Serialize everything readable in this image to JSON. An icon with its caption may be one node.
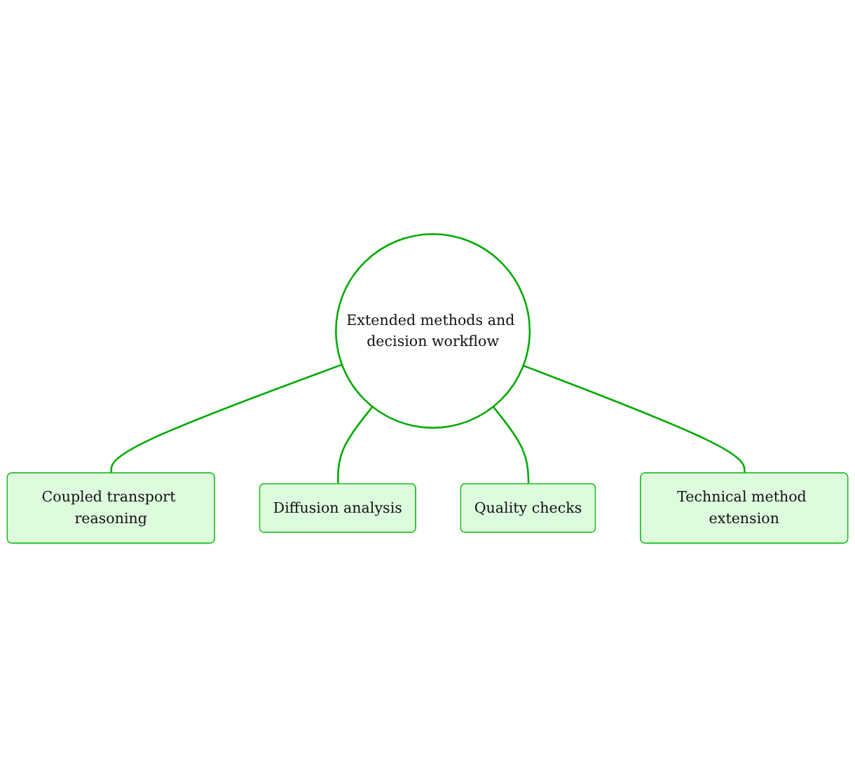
{
  "diagram": {
    "nodes": [
      {
        "text": [
          "Extended methods and decision workflow"
        ]
      },
      {
        "text": [
          "Coupled transport reasoning"
        ]
      },
      {
        "text": [
          "Diffusion analysis"
        ]
      },
      {
        "text": [
          "Quality checks"
        ]
      },
      {
        "text": [
          "Technical method extension"
        ]
      }
    ],
    "edges": [
      {
        "from": 0,
        "to": 1,
        "arrow": "none"
      },
      {
        "from": 0,
        "to": 2,
        "arrow": "none"
      },
      {
        "from": 0,
        "to": 3,
        "arrow": "none"
      },
      {
        "from": 0,
        "to": 4,
        "arrow": "none"
      }
    ]
  }
}
